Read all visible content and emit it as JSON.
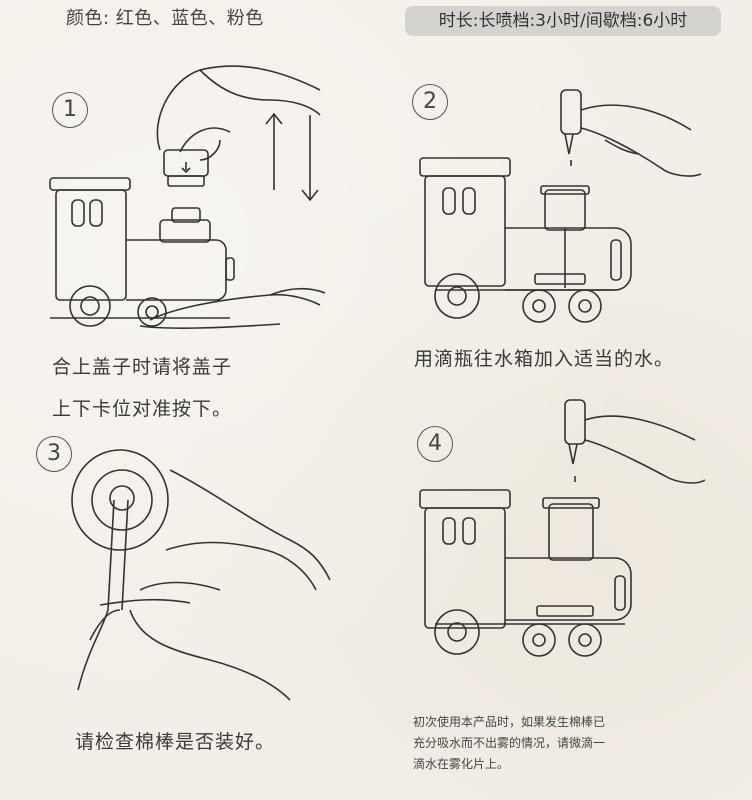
{
  "header": {
    "colors": "颜色: 红色、蓝色、粉色",
    "duration": "时长:长喷档:3小时/间歇档:6小时"
  },
  "steps": [
    {
      "number": "1",
      "caption_lines": [
        "合上盖子时请将盖子",
        "上下卡位对准按下。"
      ]
    },
    {
      "number": "2",
      "caption_lines": [
        "用滴瓶往水箱加入适当的水。"
      ]
    },
    {
      "number": "3",
      "caption_lines": [
        "请检查棉棒是否装好。"
      ]
    },
    {
      "number": "4",
      "caption_lines": []
    }
  ],
  "note": {
    "lines": [
      "初次使用本产品时，如果发生棉棒已",
      "充分吸水而不出雾的情况，请微滴一",
      "滴水在雾化片上。"
    ]
  }
}
